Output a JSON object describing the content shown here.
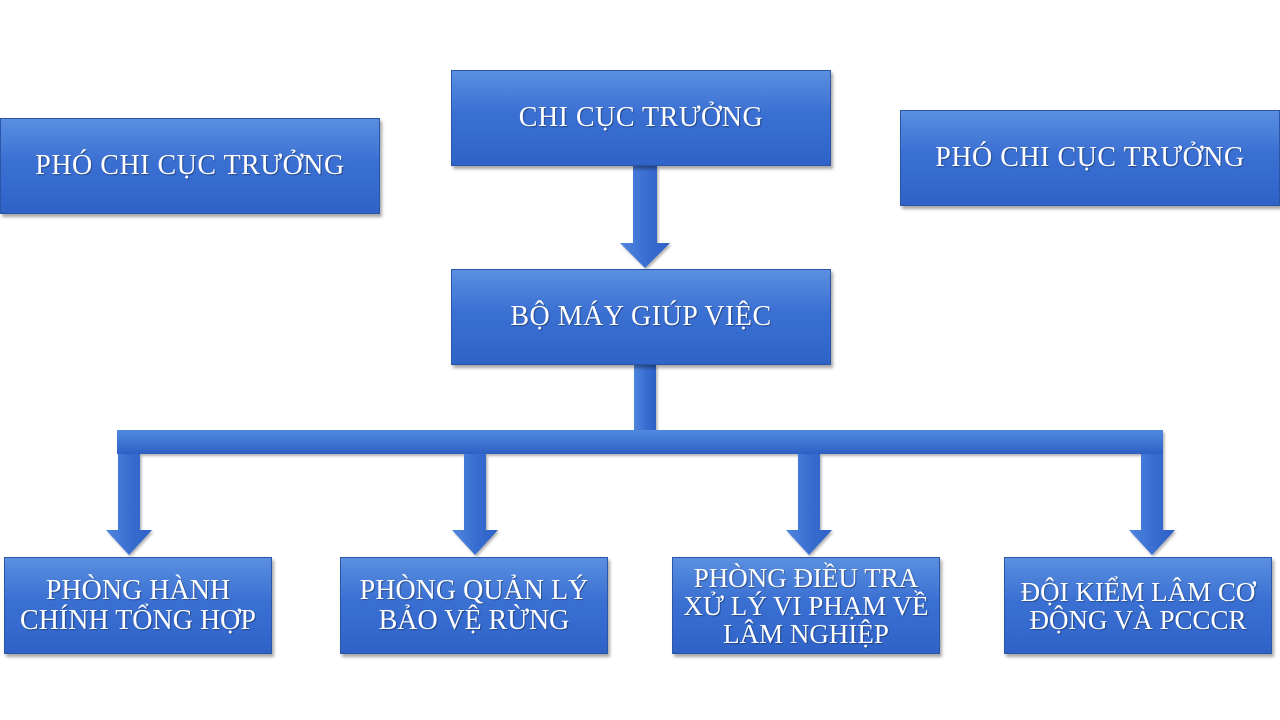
{
  "colors": {
    "box_top": "#5a8fe0",
    "box_bottom": "#2f63c8",
    "connector": "#3f72d4",
    "text": "#ffffff",
    "background": "#ffffff"
  },
  "nodes": {
    "chief": "CHI CỤC TRƯỞNG",
    "deputy_left": "PHÓ CHI CỤC TRƯỞNG",
    "deputy_right": "PHÓ CHI CỤC TRƯỞNG",
    "support": "BỘ MÁY GIÚP VIỆC",
    "dept_admin": "PHÒNG HÀNH CHÍNH TỔNG HỢP",
    "dept_protection": "PHÒNG QUẢN LÝ BẢO VỆ RỪNG",
    "dept_investigation": "PHÒNG ĐIỀU TRA XỬ LÝ VI PHẠM VỀ LÂM NGHIỆP",
    "dept_rangers": "ĐỘI KIỂM LÂM CƠ ĐỘNG VÀ PCCCR"
  }
}
